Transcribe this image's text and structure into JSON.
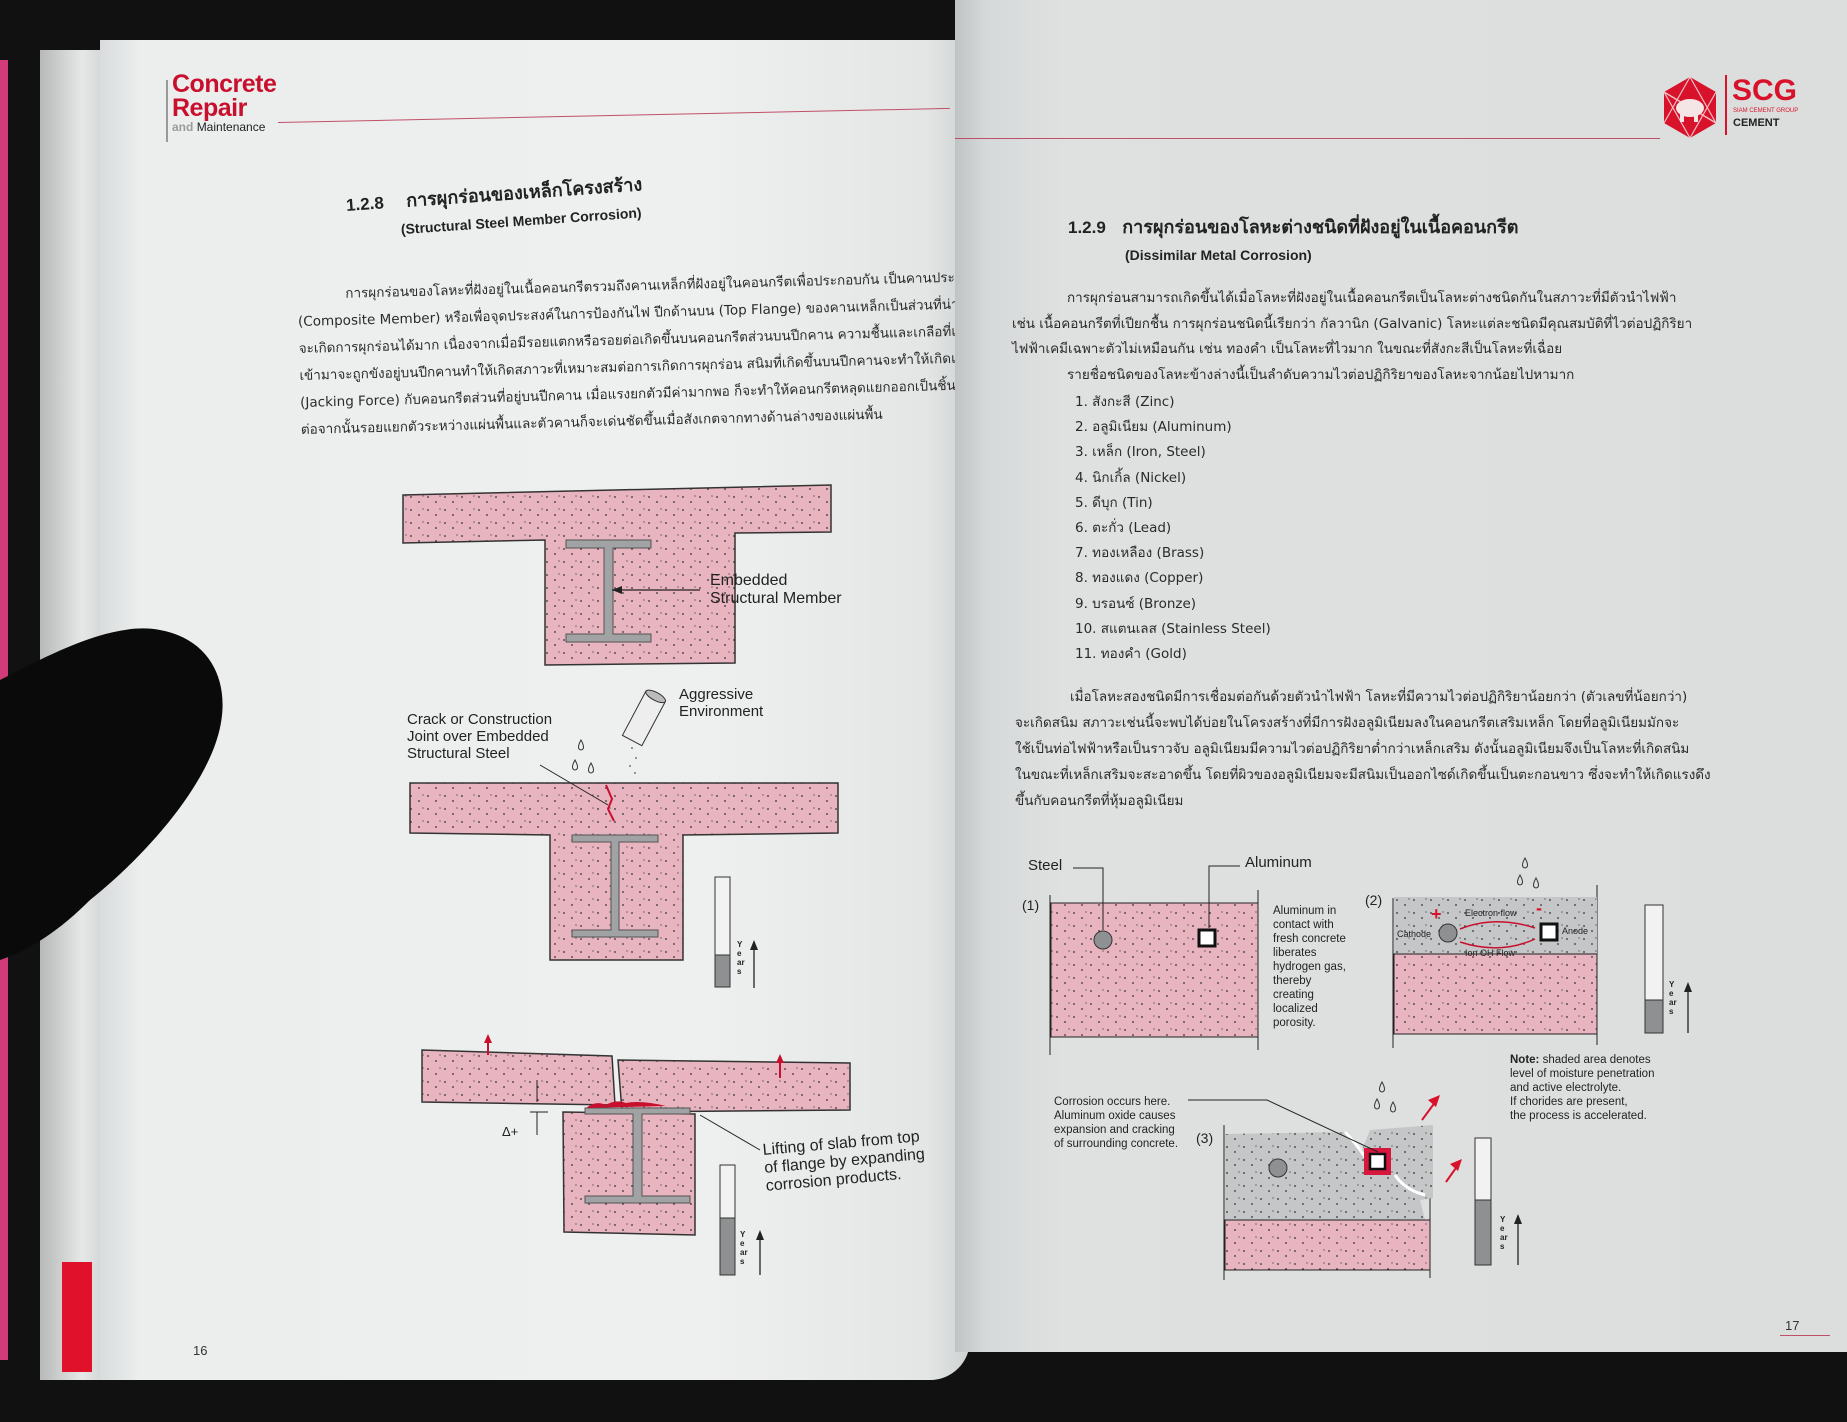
{
  "left_page": {
    "header": {
      "logo_line1": "Concrete",
      "logo_line2": "Repair",
      "logo_and": "and",
      "logo_sub": "Maintenance"
    },
    "section": {
      "number": "1.2.8",
      "title_th": "การผุกร่อนของเหล็กโครงสร้าง",
      "title_en": "(Structural Steel Member Corrosion)"
    },
    "paragraph_lines": [
      "การผุกร่อนของโลหะที่ฝังอยู่ในเนื้อคอนกรีตรวมถึงคานเหล็กที่ฝังอยู่ในคอนกรีตเพื่อประกอบกัน เป็นคานประกอบ",
      "(Composite Member) หรือเพื่อจุดประสงค์ในการป้องกันไฟ ปีกด้านบน (Top Flange) ของคานเหล็กเป็นส่วนที่น่า",
      "จะเกิดการผุกร่อนได้มาก เนื่องจากเมื่อมีรอยแตกหรือรอยต่อเกิดขึ้นบนคอนกรีตส่วนบนปีกคาน ความชื้นและเกลือที่แทรกซึม",
      "เข้ามาจะถูกขังอยู่บนปีกคานทำให้เกิดสภาวะที่เหมาะสมต่อการเกิดการผุกร่อน สนิมที่เกิดขึ้นบนปีกคานจะทำให้เกิดแรงยกตัว",
      "(Jacking Force) กับคอนกรีตส่วนที่อยู่บนปีกคาน เมื่อแรงยกตัวมีค่ามากพอ ก็จะทำให้คอนกรีตหลุดแยกออกเป็นชิ้นๆ",
      "ต่อจากนั้นรอยแยกตัวระหว่างแผ่นพื้นและตัวคานก็จะเด่นชัดขึ้นเมื่อสังเกตจากทางด้านล่างของแผ่นพื้น"
    ],
    "figure": {
      "embedded_label": "Embedded\nStructural Member",
      "crack_label": "Crack or Construction\nJoint over Embedded\nStructural Steel",
      "aggressive_label": "Aggressive\nEnvironment",
      "years_label": "Years",
      "delta_label": "Δ+",
      "lifting_label": "Lifting of slab from top\nof flange by expanding\ncorrosion products."
    },
    "page_number": "16"
  },
  "right_page": {
    "logo": {
      "brand": "SCG",
      "group": "SIAM CEMENT GROUP",
      "division": "CEMENT"
    },
    "section": {
      "number": "1.2.9",
      "title_th": "การผุกร่อนของโลหะต่างชนิดที่ฝังอยู่ในเนื้อคอนกรีต",
      "title_en": "(Dissimilar Metal Corrosion)"
    },
    "paragraph1_lines": [
      "การผุกร่อนสามารถเกิดขึ้นได้เมื่อโลหะที่ฝังอยู่ในเนื้อคอนกรีตเป็นโลหะต่างชนิดกันในสภาวะที่มีตัวนำไฟฟ้า",
      "เช่น เนื้อคอนกรีตที่เปียกชื้น การผุกร่อนชนิดนี้เรียกว่า กัลวานิก (Galvanic) โลหะแต่ละชนิดมีคุณสมบัติที่ไวต่อปฏิกิริยา",
      "ไฟฟ้าเคมีเฉพาะตัวไม่เหมือนกัน เช่น ทองคำ เป็นโลหะที่ไวมาก ในขณะที่สังกะสีเป็นโลหะที่เฉื่อย",
      "รายชื่อชนิดของโลหะข้างล่างนี้เป็นลำดับความไวต่อปฏิกิริยาของโลหะจากน้อยไปหามาก"
    ],
    "metals": [
      "1. สังกะสี (Zinc)",
      "2. อลูมิเนียม (Aluminum)",
      "3. เหล็ก (Iron, Steel)",
      "4. นิกเกิ้ล (Nickel)",
      "5. ดีบุก (Tin)",
      "6. ตะกั่ว (Lead)",
      "7. ทองเหลือง (Brass)",
      "8. ทองแดง (Copper)",
      "9. บรอนซ์ (Bronze)",
      "10. สแตนเลส (Stainless Steel)",
      "11. ทองคำ (Gold)"
    ],
    "paragraph2_lines": [
      "เมื่อโลหะสองชนิดมีการเชื่อมต่อกันด้วยตัวนำไฟฟ้า โลหะที่มีความไวต่อปฏิกิริยาน้อยกว่า (ตัวเลขที่น้อยกว่า)",
      "จะเกิดสนิม สภาวะเช่นนี้จะพบได้บ่อยในโครงสร้างที่มีการฝังอลูมิเนียมลงในคอนกรีตเสริมเหล็ก โดยที่อลูมิเนียมมักจะ",
      "ใช้เป็นท่อไฟฟ้าหรือเป็นราวจับ อลูมิเนียมมีความไวต่อปฏิกิริยาต่ำกว่าเหล็กเสริม ดังนั้นอลูมิเนียมจึงเป็นโลหะที่เกิดสนิม",
      "ในขณะที่เหล็กเสริมจะสะอาดขึ้น โดยที่ผิวของอลูมิเนียมจะมีสนิมเป็นออกไซด์เกิดขึ้นเป็นตะกอนขาว ซึ่งจะทำให้เกิดแรงดึง",
      "ขึ้นกับคอนกรีตที่หุ้มอลูมิเนียม"
    ],
    "figure": {
      "steel_label": "Steel",
      "aluminum_label": "Aluminum",
      "panel1": "(1)",
      "panel2": "(2)",
      "panel3": "(3)",
      "aluminum_note": "Aluminum in\ncontact with\nfresh concrete\nliberates\nhydrogen gas,\nthereby\ncreating\nlocalized\nporosity.",
      "electron_flow": "Electron flow",
      "ion_flow": "Ion OH Flow",
      "cathode": "Cathode",
      "anode": "Anode",
      "plus": "+",
      "minus": "-",
      "years_label": "Years",
      "note_bold": "Note:",
      "note_text": " shaded area denotes\nlevel of moisture penetration\nand active electrolyte.\nIf chorides are present,\nthe process is accelerated.",
      "corrosion_label": "Corrosion occurs here.\nAluminum oxide causes\nexpansion and cracking\nof surrounding concrete."
    },
    "page_number": "17"
  },
  "colors": {
    "brand_red": "#d8122a",
    "concrete_pink": "#e8b4c0",
    "concrete_grey": "#c4c6c8",
    "steel_grey": "#9a9c9e"
  }
}
